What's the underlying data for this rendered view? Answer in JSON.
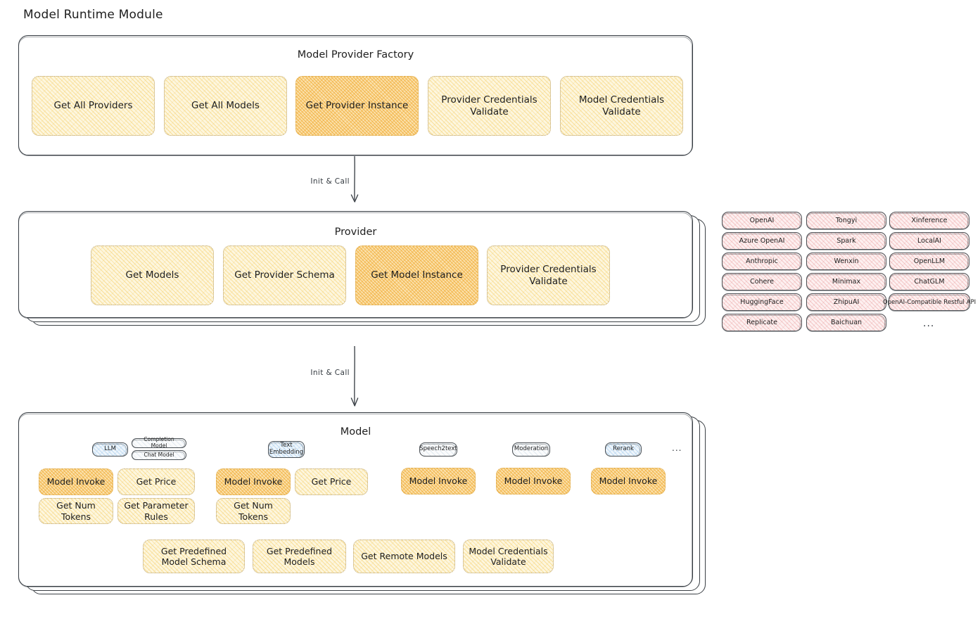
{
  "page": {
    "title": "Model Runtime Module"
  },
  "factory": {
    "title": "Model Provider Factory",
    "nodes": [
      {
        "label": "Get All Providers",
        "highlight": false
      },
      {
        "label": "Get All Models",
        "highlight": false
      },
      {
        "label": "Get Provider Instance",
        "highlight": true
      },
      {
        "label": "Provider Credentials Validate",
        "highlight": false
      },
      {
        "label": "Model Credentials Validate",
        "highlight": false
      }
    ]
  },
  "arrows": [
    {
      "label": "Init & Call"
    },
    {
      "label": "Init & Call"
    }
  ],
  "provider": {
    "title": "Provider",
    "nodes": [
      {
        "label": "Get Models",
        "highlight": false
      },
      {
        "label": "Get Provider Schema",
        "highlight": false
      },
      {
        "label": "Get Model Instance",
        "highlight": true
      },
      {
        "label": "Provider Credentials Validate",
        "highlight": false
      }
    ]
  },
  "provider_list": {
    "columns": [
      [
        "OpenAI",
        "Azure OpenAI",
        "Anthropic",
        "Cohere",
        "HuggingFace",
        "Replicate"
      ],
      [
        "Tongyi",
        "Spark",
        "Wenxin",
        "Minimax",
        "ZhipuAI",
        "Baichuan"
      ],
      [
        "Xinference",
        "LocalAI",
        "OpenLLM",
        "ChatGLM",
        "OpenAI-Compatible Restful API"
      ]
    ],
    "more": "..."
  },
  "model": {
    "title": "Model",
    "more": "...",
    "types": [
      {
        "name": "LLM",
        "style": "blue",
        "subtypes": [
          "Completion Model",
          "Chat Model"
        ]
      },
      {
        "name": "Text Embedding",
        "style": "blue",
        "subtypes": []
      },
      {
        "name": "Speech2text",
        "style": "plain",
        "subtypes": []
      },
      {
        "name": "Moderation",
        "style": "plain",
        "subtypes": []
      },
      {
        "name": "Rerank",
        "style": "blue",
        "subtypes": []
      }
    ],
    "methods": {
      "llm": [
        {
          "label": "Model Invoke",
          "highlight": true
        },
        {
          "label": "Get Price",
          "highlight": false
        },
        {
          "label": "Get Num Tokens",
          "highlight": false
        },
        {
          "label": "Get Parameter Rules",
          "highlight": false
        }
      ],
      "text_embedding": [
        {
          "label": "Model Invoke",
          "highlight": true
        },
        {
          "label": "Get Price",
          "highlight": false
        },
        {
          "label": "Get Num Tokens",
          "highlight": false
        }
      ],
      "speech2text": [
        {
          "label": "Model Invoke",
          "highlight": true
        }
      ],
      "moderation": [
        {
          "label": "Model Invoke",
          "highlight": true
        }
      ],
      "rerank": [
        {
          "label": "Model Invoke",
          "highlight": true
        }
      ]
    },
    "common": [
      {
        "label": "Get Predefined Model Schema",
        "highlight": false
      },
      {
        "label": "Get Predefined Models",
        "highlight": false
      },
      {
        "label": "Get Remote Models",
        "highlight": false
      },
      {
        "label": "Model Credentials Validate",
        "highlight": false
      }
    ]
  },
  "colors": {
    "node_fill": "#fdf6de",
    "node_highlight_fill": "#fbe3b0",
    "chip_fill": "#fdf0f0",
    "badge_fill": "#eef5fb",
    "stroke": "#343a40"
  }
}
